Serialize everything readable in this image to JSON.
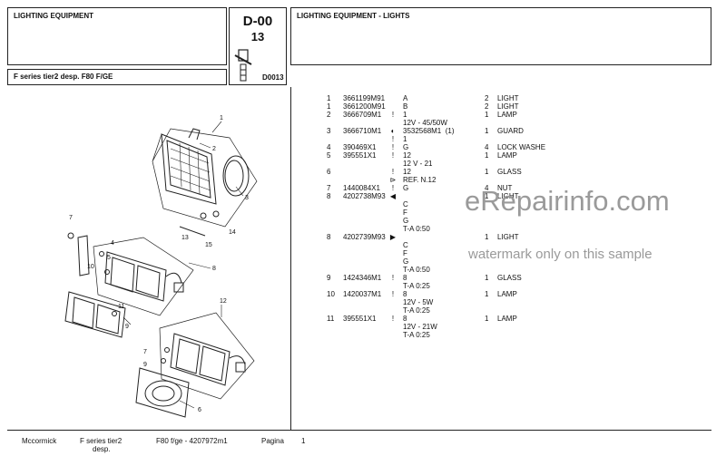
{
  "header": {
    "left_title": "LIGHTING EQUIPMENT",
    "code": "D-00",
    "number": "13",
    "right_title": "LIGHTING EQUIPMENT - LIGHTS",
    "series_label": "F series tier2 desp.  F80 F/GE",
    "diagram_code": "D0013"
  },
  "parts": [
    {
      "ref": "1",
      "part": "3661199M91",
      "sym": "",
      "lines": [
        "A"
      ],
      "qty": "2",
      "desc": "LIGHT"
    },
    {
      "ref": "1",
      "part": "3661200M91",
      "sym": "",
      "lines": [
        "B"
      ],
      "qty": "2",
      "desc": "LIGHT"
    },
    {
      "ref": "2",
      "part": "3666709M1",
      "sym": "!",
      "lines": [
        "1",
        "12V - 45/50W"
      ],
      "qty": "1",
      "desc": "LAMP"
    },
    {
      "ref": "3",
      "part": "3666710M1",
      "sym": "◐",
      "lines": [
        "3532568M1  (1)"
      ],
      "qty": "1",
      "desc": "GUARD"
    },
    {
      "ref": "",
      "part": "",
      "sym": "!",
      "lines": [
        "1"
      ],
      "qty": "",
      "desc": ""
    },
    {
      "ref": "4",
      "part": "390469X1",
      "sym": "!",
      "lines": [
        "G"
      ],
      "qty": "4",
      "desc": "LOCK WASHE"
    },
    {
      "ref": "5",
      "part": "395551X1",
      "sym": "!",
      "lines": [
        "12",
        "12 V - 21"
      ],
      "qty": "1",
      "desc": "LAMP"
    },
    {
      "ref": "6",
      "part": "",
      "sym": "!",
      "lines": [
        "12"
      ],
      "qty": "1",
      "desc": "GLASS"
    },
    {
      "ref": "",
      "part": "",
      "sym": "⊳",
      "lines": [
        "REF. N.12"
      ],
      "qty": "",
      "desc": ""
    },
    {
      "ref": "7",
      "part": "1440084X1",
      "sym": "!",
      "lines": [
        "G"
      ],
      "qty": "4",
      "desc": "NUT"
    },
    {
      "ref": "8",
      "part": "4202738M93",
      "sym": "◀",
      "lines": [
        "",
        "C",
        "F",
        "G",
        "T-A 0:50"
      ],
      "qty": "1",
      "desc": "LIGHT"
    },
    {
      "ref": "8",
      "part": "4202739M93",
      "sym": "▶",
      "lines": [
        "",
        "C",
        "F",
        "G",
        "T-A 0:50"
      ],
      "qty": "1",
      "desc": "LIGHT"
    },
    {
      "ref": "9",
      "part": "1424346M1",
      "sym": "!",
      "lines": [
        "8",
        "T-A 0:25"
      ],
      "qty": "1",
      "desc": "GLASS"
    },
    {
      "ref": "10",
      "part": "1420037M1",
      "sym": "!",
      "lines": [
        "8",
        "12V - 5W",
        "T-A 0:25"
      ],
      "qty": "1",
      "desc": "LAMP"
    },
    {
      "ref": "11",
      "part": "395551X1",
      "sym": "!",
      "lines": [
        "8",
        "12V - 21W",
        "T-A 0:25"
      ],
      "qty": "1",
      "desc": "LAMP"
    }
  ],
  "callouts": [
    "1",
    "2",
    "3",
    "4",
    "5",
    "6",
    "7",
    "8",
    "9",
    "10",
    "11",
    "12",
    "13",
    "14",
    "15"
  ],
  "watermark": {
    "brand": "eRepairinfo.com",
    "note": "watermark only on this sample"
  },
  "footer": {
    "brand": "Mccormick",
    "series": "F series tier2",
    "series2": "desp.",
    "model": "F80 f/ge - 4207972m1",
    "page_label": "Pagina",
    "page": "1"
  }
}
